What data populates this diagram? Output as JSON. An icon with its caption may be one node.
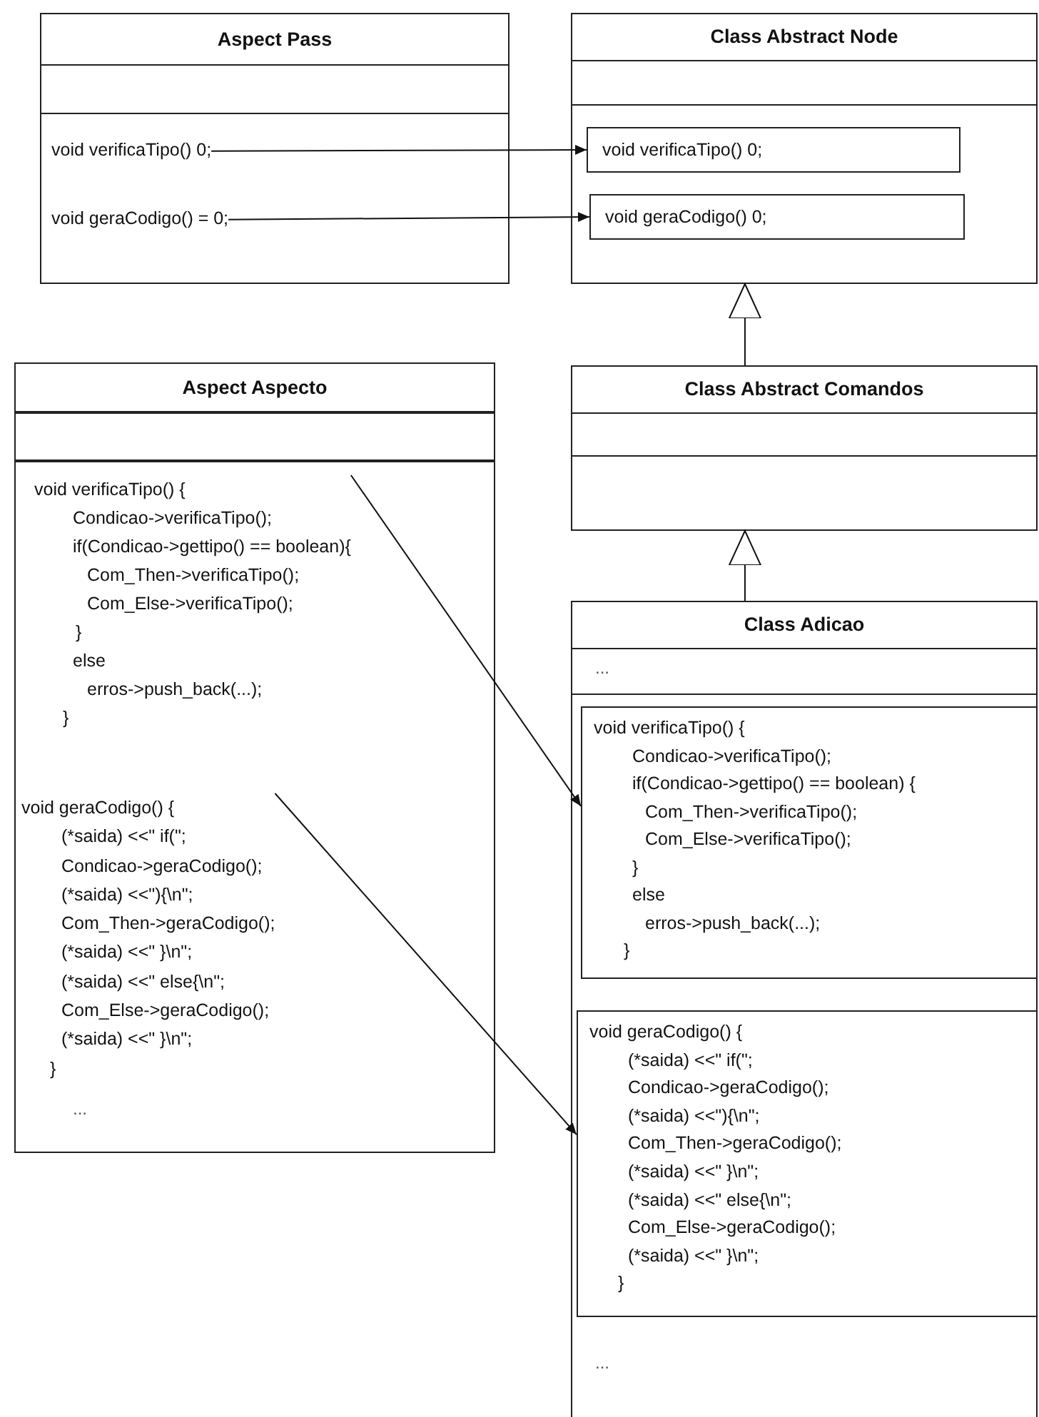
{
  "diagram": {
    "nodes": [
      {
        "text": [
          "Aspect Pass"
        ]
      },
      {
        "text": [
          "void verificaTipo() 0;"
        ],
        "in": 0
      },
      {
        "text": [
          "void geraCodigo() = 0;"
        ],
        "in": 0
      },
      {
        "text": [
          "Class Abstract Node"
        ]
      },
      {
        "text": [
          "void verificaTipo() 0;"
        ],
        "in": 3
      },
      {
        "text": [
          "void geraCodigo() 0;"
        ],
        "in": 3
      },
      {
        "text": [
          "Aspect Aspecto",
          "..."
        ]
      },
      {
        "text": [
          "void verificaTipo() {",
          "Condicao->verificaTipo();",
          "if(Condicao->gettipo() == boolean){",
          "Com_Then->verificaTipo();",
          "Com_Else->verificaTipo();",
          "}",
          "else",
          "erros->push_back(...);",
          "}"
        ],
        "in": 6
      },
      {
        "text": [
          "void geraCodigo() {",
          "(*saida) <<\" if(\";",
          "Condicao->geraCodigo();",
          "(*saida) <<\"){\\n\";",
          "Com_Then->geraCodigo();",
          "(*saida) <<\" }\\n\";",
          "(*saida) <<\" else{\\n\";",
          "Com_Else->geraCodigo();",
          "(*saida) <<\" }\\n\";",
          "}"
        ],
        "in": 6
      },
      {
        "text": [
          "Class Abstract Comandos"
        ]
      },
      {
        "text": [
          "Class Adicao",
          "...",
          "..."
        ]
      },
      {
        "text": [
          "void verificaTipo() {",
          "Condicao->verificaTipo();",
          "if(Condicao->gettipo() == boolean) {",
          "Com_Then->verificaTipo();",
          "Com_Else->verificaTipo();",
          "}",
          "else",
          "erros->push_back(...);",
          "}"
        ],
        "in": 10
      },
      {
        "text": [
          "void geraCodigo() {",
          "(*saida) <<\" if(\";",
          "Condicao->geraCodigo();",
          "(*saida) <<\"){\\n\";",
          "Com_Then->geraCodigo();",
          "(*saida) <<\" }\\n\";",
          "(*saida) <<\" else{\\n\";",
          "Com_Else->geraCodigo();",
          "(*saida) <<\" }\\n\";",
          "}"
        ],
        "in": 10
      }
    ],
    "edges": [
      {
        "from": 1,
        "to": 4,
        "arrow": "to"
      },
      {
        "from": 2,
        "to": 5,
        "arrow": "to"
      },
      {
        "from": 9,
        "to": 3,
        "arrow": "to"
      },
      {
        "from": 10,
        "to": 9,
        "arrow": "to"
      },
      {
        "from": 7,
        "to": 11,
        "arrow": "to"
      },
      {
        "from": 8,
        "to": 12,
        "arrow": "to"
      }
    ]
  }
}
